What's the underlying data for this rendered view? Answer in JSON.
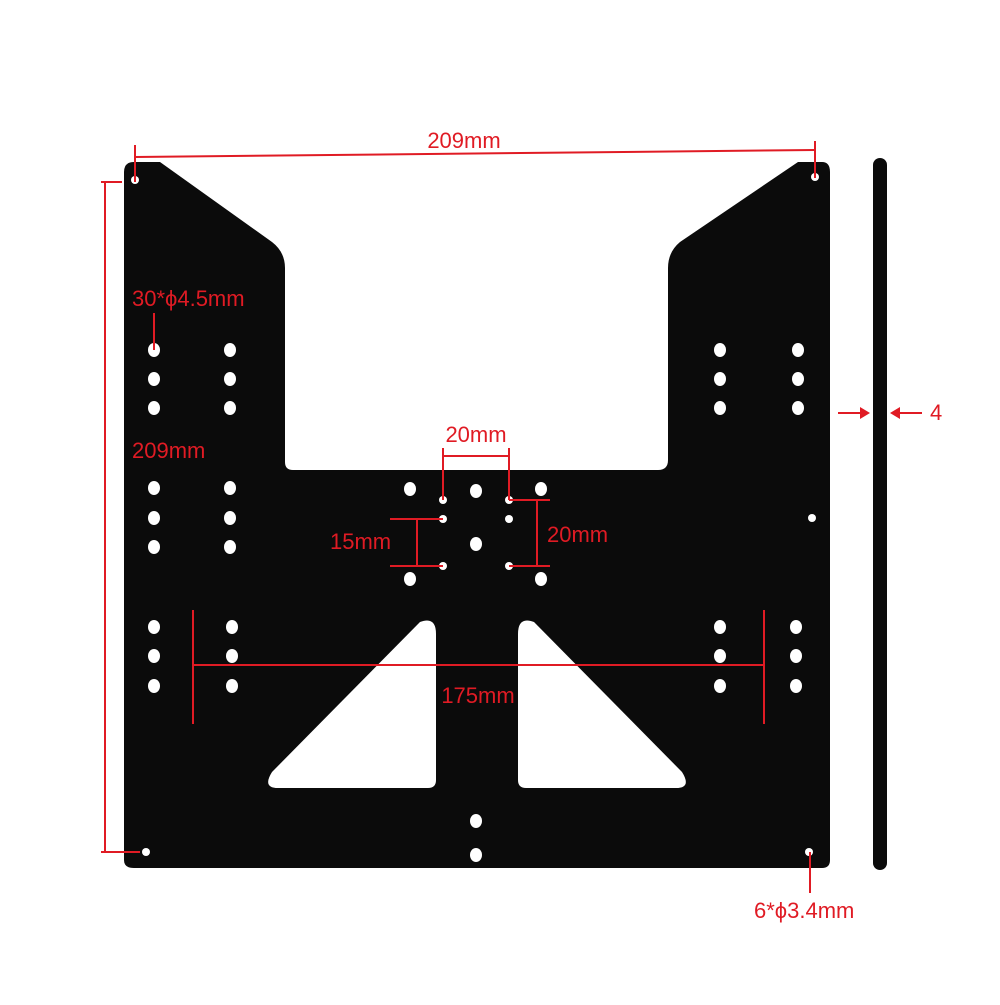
{
  "colors": {
    "plate": "#0b0b0b",
    "hole": "#ffffff",
    "dimension": "#e01b24",
    "background": "#ffffff"
  },
  "labels": {
    "top_width": "209mm",
    "hole_large": "30*ϕ4.5mm",
    "side_height": "209mm",
    "center_width": "20mm",
    "center_height_left": "15mm",
    "center_height_right": "20mm",
    "bottom_width": "175mm",
    "thickness": "4",
    "hole_small": "6*ϕ3.4mm"
  }
}
